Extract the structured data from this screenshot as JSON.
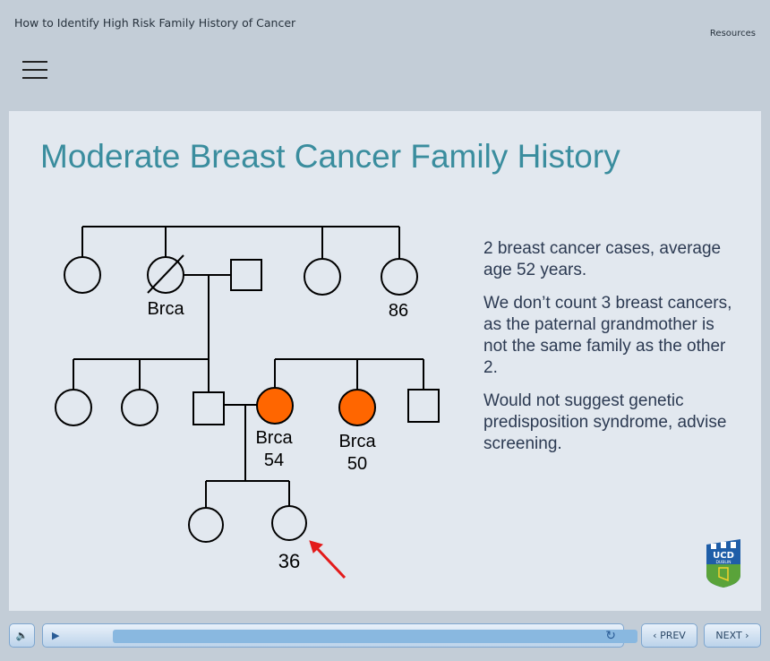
{
  "header": {
    "title": "How to Identify High Risk Family History of Cancer",
    "resources_label": "Resources"
  },
  "slide": {
    "title": "Moderate Breast Cancer Family History",
    "paragraphs": [
      "2 breast cancer cases, average age 52 years.",
      "We don’t count 3 breast cancers, as the paternal grandmother is not the same family as the other 2.",
      "Would not suggest genetic predisposition syndrome, advise screening."
    ],
    "pedigree_labels": {
      "grandmother": "Brca",
      "aunt_age": "86",
      "mother_label": "Brca",
      "mother_age": "54",
      "aunt2_label": "Brca",
      "aunt2_age": "50",
      "proband_age": "36"
    },
    "colors": {
      "affected": "#ff6600",
      "title": "#3a8d9e",
      "arrow": "#e31b1b"
    }
  },
  "logo": {
    "text": "UCD DUBLIN"
  },
  "player": {
    "progress": 1.0,
    "prev_label": "PREV",
    "next_label": "NEXT"
  }
}
